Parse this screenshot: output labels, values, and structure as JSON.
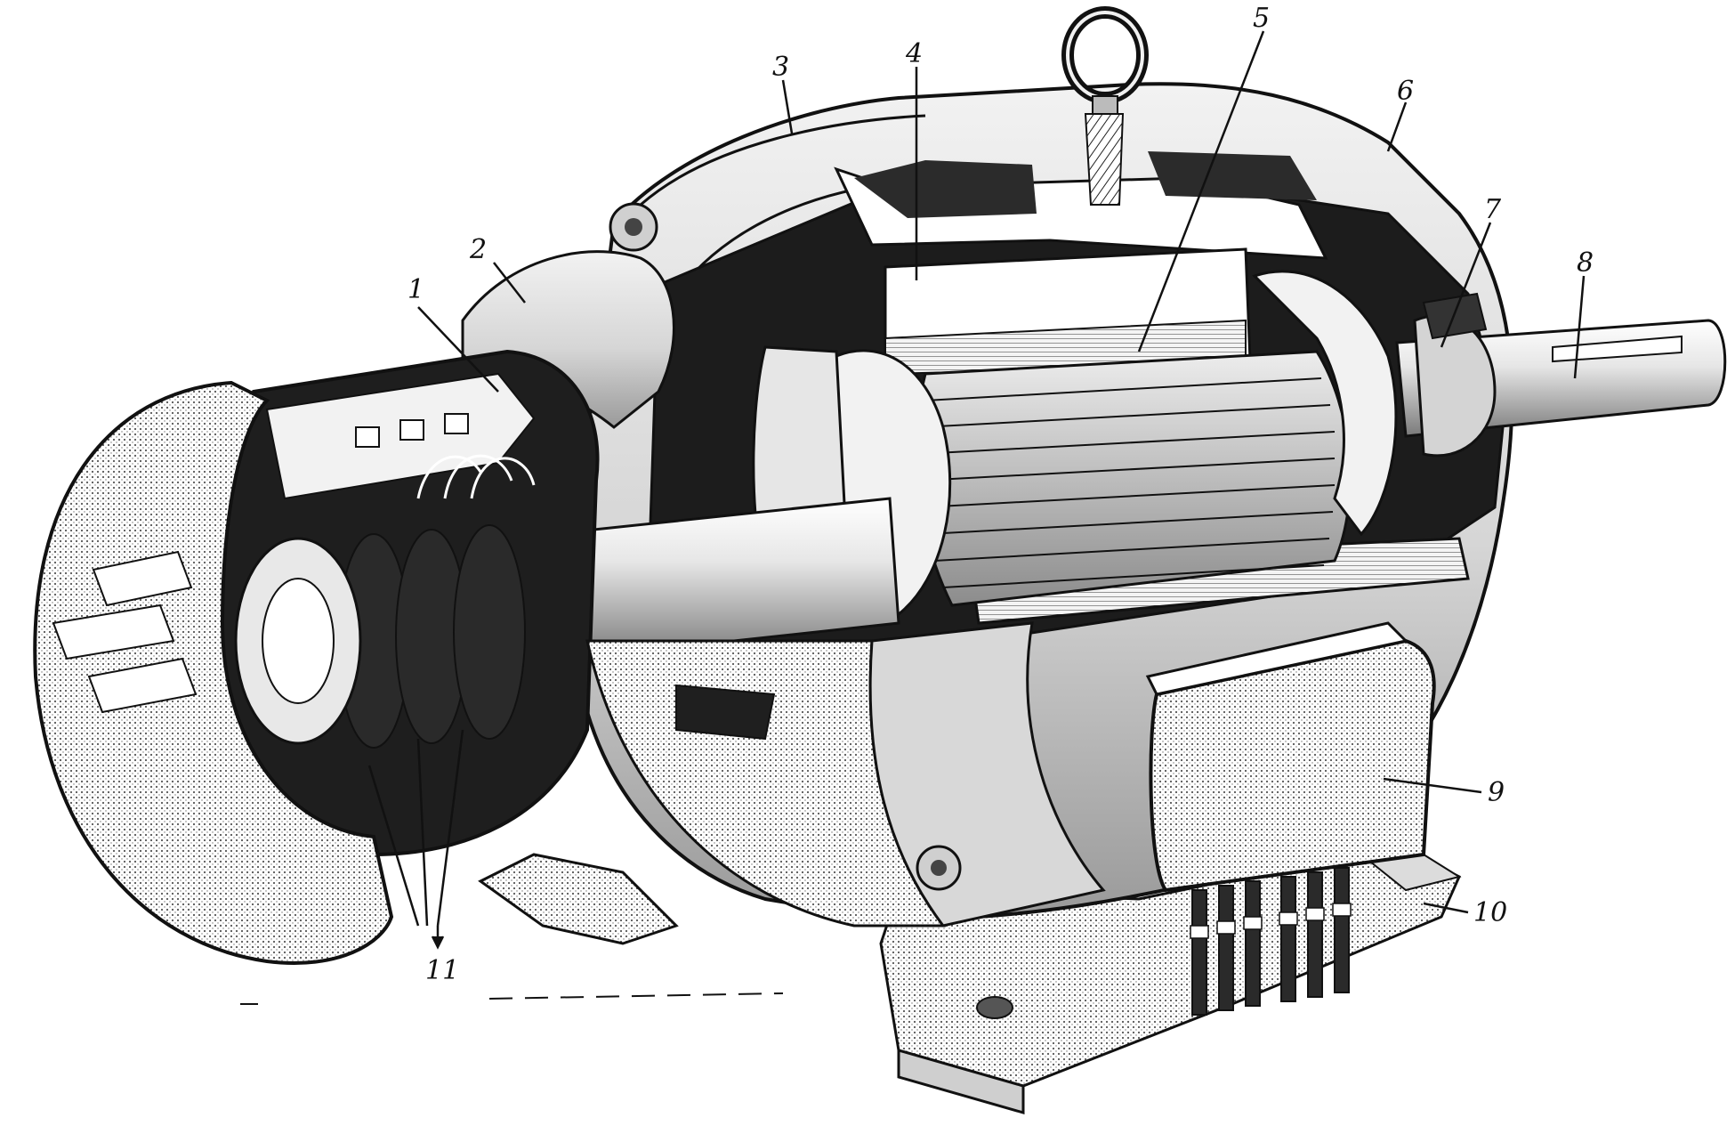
{
  "diagram": {
    "labels": {
      "l1": "1",
      "l2": "2",
      "l3": "3",
      "l4": "4",
      "l5": "5",
      "l6": "6",
      "l7": "7",
      "l8": "8",
      "l9": "9",
      "l10": "10",
      "l11": "11"
    },
    "colors": {
      "ink": "#111111",
      "paper": "#ffffff",
      "shade": "#8a8a8a",
      "midtone": "#c8c8c8",
      "dark": "#2a2a2a"
    }
  }
}
